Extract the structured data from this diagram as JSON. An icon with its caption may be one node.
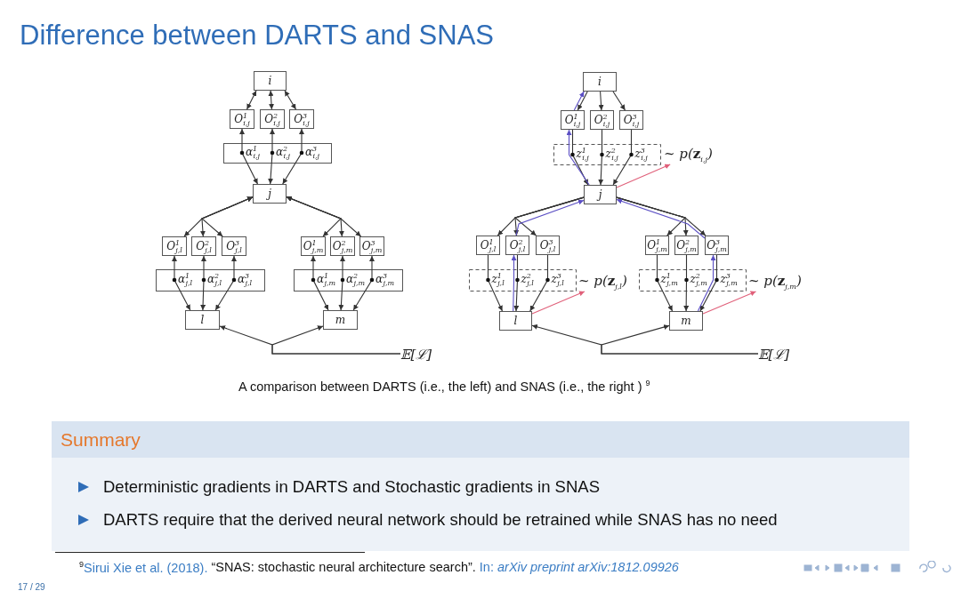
{
  "diagram": {
    "title": "Difference between DARTS and SNAS",
    "caption": "A comparison between DARTS (i.e., the left) and SNAS (i.e., the right ) $^{9}$",
    "nodes": [
      {
        "text": [
          "i"
        ]
      },
      {
        "text": [
          "O$^{1}$$_{i,j}$"
        ]
      },
      {
        "text": [
          "O$^{2}$$_{i,j}$"
        ]
      },
      {
        "text": [
          "O$^{3}$$_{i,j}$"
        ]
      },
      {
        "text": [
          "j"
        ]
      },
      {
        "text": [
          "O$^{1}$$_{j,l}$"
        ]
      },
      {
        "text": [
          "O$^{2}$$_{j,l}$"
        ]
      },
      {
        "text": [
          "O$^{3}$$_{j,l}$"
        ]
      },
      {
        "text": [
          "O$^{1}$$_{j,m}$"
        ]
      },
      {
        "text": [
          "O$^{2}$$_{j,m}$"
        ]
      },
      {
        "text": [
          "O$^{3}$$_{j,m}$"
        ]
      },
      {
        "text": [
          "l"
        ]
      },
      {
        "text": [
          "m"
        ]
      },
      {
        "text": [
          "𝔼[ℒ]"
        ]
      },
      {
        "text": [
          "i"
        ]
      },
      {
        "text": [
          "O$^{1}$$_{i,j}$"
        ]
      },
      {
        "text": [
          "O$^{2}$$_{i,j}$"
        ]
      },
      {
        "text": [
          "O$^{3}$$_{i,j}$"
        ]
      },
      {
        "text": [
          "~ p(**z**$_{i,j}$)"
        ]
      },
      {
        "text": [
          "j"
        ]
      },
      {
        "text": [
          "O$^{1}$$_{j,l}$"
        ]
      },
      {
        "text": [
          "O$^{2}$$_{j,l}$"
        ]
      },
      {
        "text": [
          "O$^{3}$$_{j,l}$"
        ]
      },
      {
        "text": [
          "O$^{1}$$_{j,m}$"
        ]
      },
      {
        "text": [
          "O$^{2}$$_{j,m}$"
        ]
      },
      {
        "text": [
          "O$^{3}$$_{j,m}$"
        ]
      },
      {
        "text": [
          "~ p(**z**$_{j,l}$)"
        ]
      },
      {
        "text": [
          "~ p(**z**$_{j,m}$)"
        ]
      },
      {
        "text": [
          "l"
        ]
      },
      {
        "text": [
          "m"
        ]
      },
      {
        "text": [
          "𝔼[ℒ]"
        ]
      },
      {
        "text": [
          "Summary",
          "Deterministic gradients in DARTS and Stochastic gradients in SNAS",
          "DARTS require that the derived neural network should be retrained while SNAS has no need"
        ]
      }
    ],
    "edges": [
      {
        "from": 0,
        "to": 1,
        "arrow": "both"
      },
      {
        "from": 0,
        "to": 2,
        "arrow": "both"
      },
      {
        "from": 0,
        "to": 3,
        "arrow": "both"
      },
      {
        "from": 1,
        "to": 4,
        "arrow": "both",
        "label": "α$^{1}$$_{i,j}$"
      },
      {
        "from": 2,
        "to": 4,
        "arrow": "both",
        "label": "α$^{2}$$_{i,j}$"
      },
      {
        "from": 3,
        "to": 4,
        "arrow": "both",
        "label": "α$^{3}$$_{i,j}$"
      },
      {
        "from": 4,
        "to": 5,
        "arrow": "both"
      },
      {
        "from": 4,
        "to": 6,
        "arrow": "both"
      },
      {
        "from": 4,
        "to": 7,
        "arrow": "both"
      },
      {
        "from": 4,
        "to": 8,
        "arrow": "both"
      },
      {
        "from": 4,
        "to": 9,
        "arrow": "both"
      },
      {
        "from": 4,
        "to": 10,
        "arrow": "both"
      },
      {
        "from": 5,
        "to": 11,
        "arrow": "both",
        "label": "α$^{1}$$_{j,l}$"
      },
      {
        "from": 6,
        "to": 11,
        "arrow": "both",
        "label": "α$^{2}$$_{j,l}$"
      },
      {
        "from": 7,
        "to": 11,
        "arrow": "both",
        "label": "α$^{3}$$_{j,l}$"
      },
      {
        "from": 8,
        "to": 12,
        "arrow": "both",
        "label": "α$^{1}$$_{j,m}$"
      },
      {
        "from": 9,
        "to": 12,
        "arrow": "both",
        "label": "α$^{2}$$_{j,m}$"
      },
      {
        "from": 10,
        "to": 12,
        "arrow": "both",
        "label": "α$^{3}$$_{j,m}$"
      },
      {
        "from": 13,
        "to": 11,
        "arrow": "to"
      },
      {
        "from": 13,
        "to": 12,
        "arrow": "to"
      },
      {
        "from": 14,
        "to": 15,
        "arrow": "to"
      },
      {
        "from": 14,
        "to": 16,
        "arrow": "to"
      },
      {
        "from": 14,
        "to": 17,
        "arrow": "to"
      },
      {
        "from": 15,
        "to": 19,
        "arrow": "to",
        "label": "z$^{1}$$_{i,j}$"
      },
      {
        "from": 16,
        "to": 19,
        "arrow": "to",
        "label": "z$^{2}$$_{i,j}$"
      },
      {
        "from": 17,
        "to": 19,
        "arrow": "to",
        "label": "z$^{3}$$_{i,j}$"
      },
      {
        "from": 19,
        "to": 20,
        "arrow": "to"
      },
      {
        "from": 19,
        "to": 21,
        "arrow": "to"
      },
      {
        "from": 19,
        "to": 22,
        "arrow": "to"
      },
      {
        "from": 19,
        "to": 23,
        "arrow": "to"
      },
      {
        "from": 19,
        "to": 24,
        "arrow": "to"
      },
      {
        "from": 19,
        "to": 25,
        "arrow": "to"
      },
      {
        "from": 20,
        "to": 28,
        "arrow": "to",
        "label": "z$^{1}$$_{j,l}$"
      },
      {
        "from": 21,
        "to": 28,
        "arrow": "to",
        "label": "z$^{2}$$_{j,l}$"
      },
      {
        "from": 22,
        "to": 28,
        "arrow": "to",
        "label": "z$^{3}$$_{j,l}$"
      },
      {
        "from": 23,
        "to": 29,
        "arrow": "to",
        "label": "z$^{1}$$_{j,m}$"
      },
      {
        "from": 24,
        "to": 29,
        "arrow": "to",
        "label": "z$^{2}$$_{j,m}$"
      },
      {
        "from": 25,
        "to": 29,
        "arrow": "to",
        "label": "z$^{3}$$_{j,m}$"
      },
      {
        "from": 30,
        "to": 28,
        "arrow": "to"
      },
      {
        "from": 30,
        "to": 29,
        "arrow": "to"
      },
      {
        "from": 19,
        "to": 18,
        "arrow": "to",
        "color": "#e0607a"
      },
      {
        "from": 28,
        "to": 26,
        "arrow": "to",
        "color": "#e0607a"
      },
      {
        "from": 29,
        "to": 27,
        "arrow": "to",
        "color": "#e0607a"
      },
      {
        "from": 28,
        "to": 21,
        "arrow": "to",
        "color": "#5b4fc4"
      },
      {
        "from": 21,
        "to": 19,
        "arrow": "to",
        "color": "#5b4fc4"
      },
      {
        "from": 29,
        "to": 25,
        "arrow": "to",
        "color": "#5b4fc4"
      },
      {
        "from": 25,
        "to": 19,
        "arrow": "to",
        "color": "#5b4fc4"
      },
      {
        "from": 19,
        "to": 15,
        "arrow": "to",
        "color": "#5b4fc4"
      },
      {
        "from": 15,
        "to": 14,
        "arrow": "to",
        "color": "#5b4fc4"
      }
    ],
    "labels": [
      "$^{9}$Sirui Xie et al. (2018).",
      "“SNAS: stochastic neural architecture search”.",
      "In: *arXiv preprint arXiv:1812.09926*",
      "17 / 29"
    ]
  }
}
